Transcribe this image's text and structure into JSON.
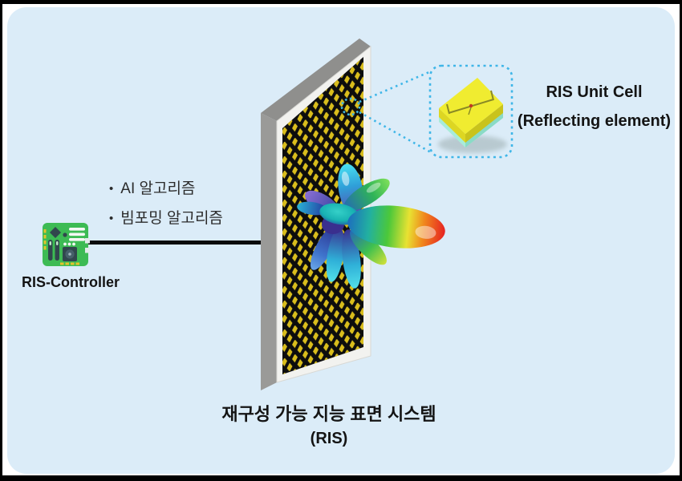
{
  "controller": {
    "label": "RIS-Controller"
  },
  "algorithms": {
    "bullet": "•",
    "items": [
      "AI 알고리즘",
      "빔포밍 알고리즘"
    ]
  },
  "unit_cell_callout": {
    "title": "RIS Unit Cell",
    "subtitle": "(Reflecting element)"
  },
  "caption": {
    "line1": "재구성 가능 지능 표면 시스템",
    "line2": "(RIS)"
  },
  "colors": {
    "background_panel": "#dbecf8",
    "callout_accent": "#3fb6e8",
    "panel_surface": "#0d0d0d",
    "panel_diamond": "#d9bd1c",
    "panel_frame": "#f2f2ef",
    "controller_green": "#3dbb54",
    "unit_cell_yellow": "#f0ec30",
    "unit_cell_substrate": "#a8ecd9",
    "beam_spectrum": [
      "#2a2f8c",
      "#2f9fd8",
      "#18b2b2",
      "#3fc04f",
      "#e8e232",
      "#f0861c",
      "#e62222"
    ]
  }
}
